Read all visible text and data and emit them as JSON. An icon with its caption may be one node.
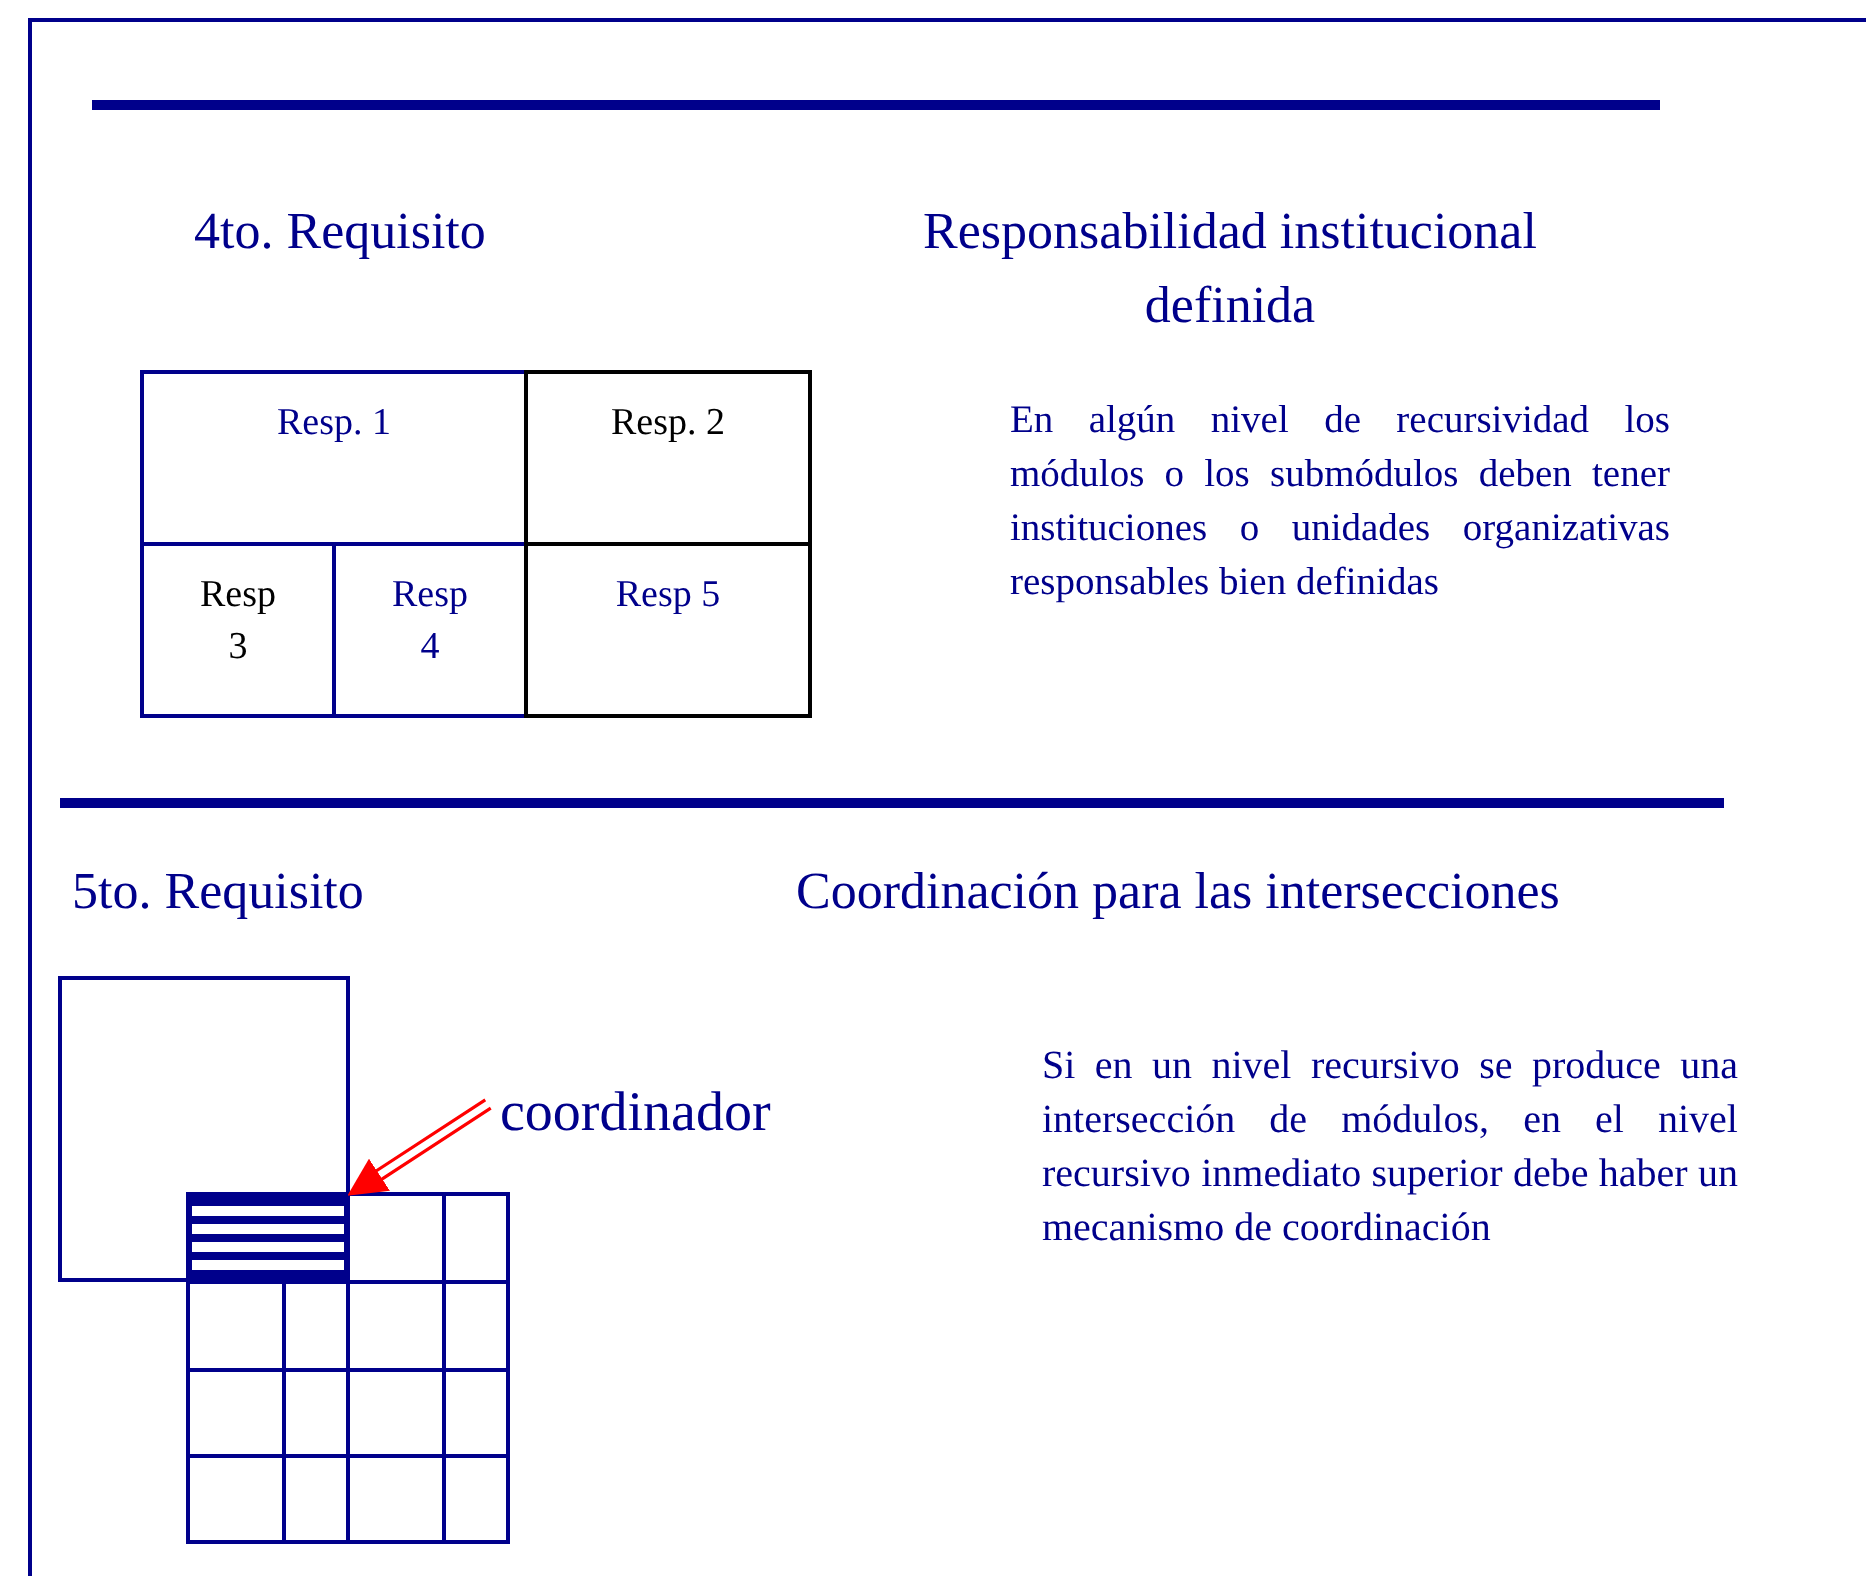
{
  "diagram": {
    "nodes": [
      {
        "text": [
          "Resp. 1"
        ]
      },
      {
        "text": [
          "Resp. 2"
        ]
      },
      {
        "text": [
          "Resp 3"
        ]
      },
      {
        "text": [
          "Resp 4"
        ]
      },
      {
        "text": [
          "Resp 5"
        ]
      },
      {
        "text": [
          "coordinador"
        ]
      },
      {
        "text": [],
        "shape": "box"
      }
    ],
    "edges": [
      {
        "from": 5,
        "to": 6,
        "arrow": "to",
        "color": "#ff0000"
      }
    ],
    "labels": [
      "4to. Requisito",
      "Responsabilidad institucional definida",
      "En algún nivel de recursividad los módulos o los submódulos deben tener instituciones o unidades organizativas responsables bien definidas",
      "5to. Requisito",
      "Coordinación para las intersecciones",
      "Si en un nivel recursivo se produce una intersección de módulos, en el nivel recursivo inmediato superior debe haber un mecanismo de coordinación"
    ]
  }
}
